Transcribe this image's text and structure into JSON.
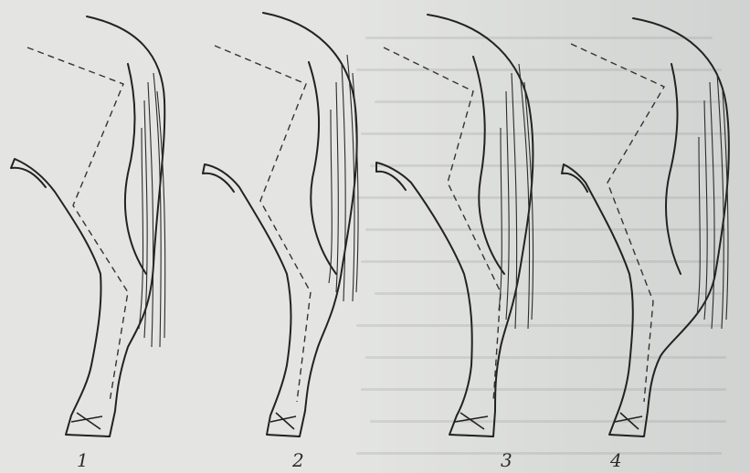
{
  "figures": [
    {
      "label": "1"
    },
    {
      "label": "2"
    },
    {
      "label": "3"
    },
    {
      "label": "4"
    }
  ]
}
